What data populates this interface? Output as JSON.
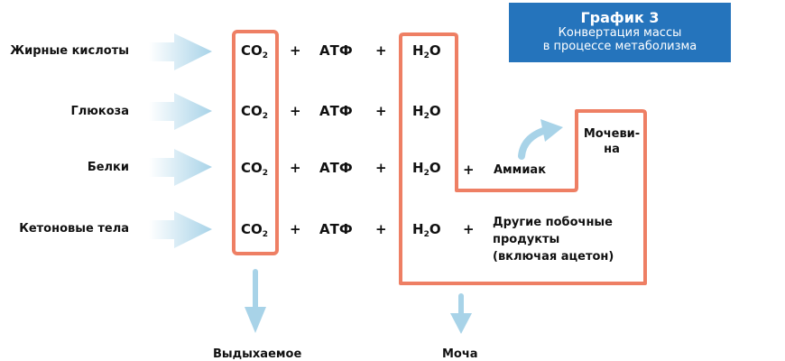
{
  "title": {
    "main": "График 3",
    "line1": "Конвертация массы",
    "line2": "в процессе метаболизма"
  },
  "colors": {
    "accent_blue": "#2574BC",
    "box_orange": "#EE7F64",
    "arrow_blue": "#A8D3E8"
  },
  "sources": [
    {
      "label": "Жирные кислоты"
    },
    {
      "label": "Глюкоза"
    },
    {
      "label": "Белки"
    },
    {
      "label": "Кетоновые тела"
    }
  ],
  "products": {
    "co2_base": "CO",
    "co2_sub": "2",
    "atp": "АТФ",
    "h2o_pre": "H",
    "h2o_sub": "2",
    "h2o_post": "O",
    "plus": "+"
  },
  "extra": {
    "ammonia": "Аммиак",
    "urea_line1": "Мочеви-",
    "urea_line2": "на",
    "other_line1": "Другие побочные",
    "other_line2": "продукты",
    "other_line3": "(включая ацетон)"
  },
  "outputs": {
    "exhaled": "Выдыхаемое",
    "urine": "Моча"
  }
}
